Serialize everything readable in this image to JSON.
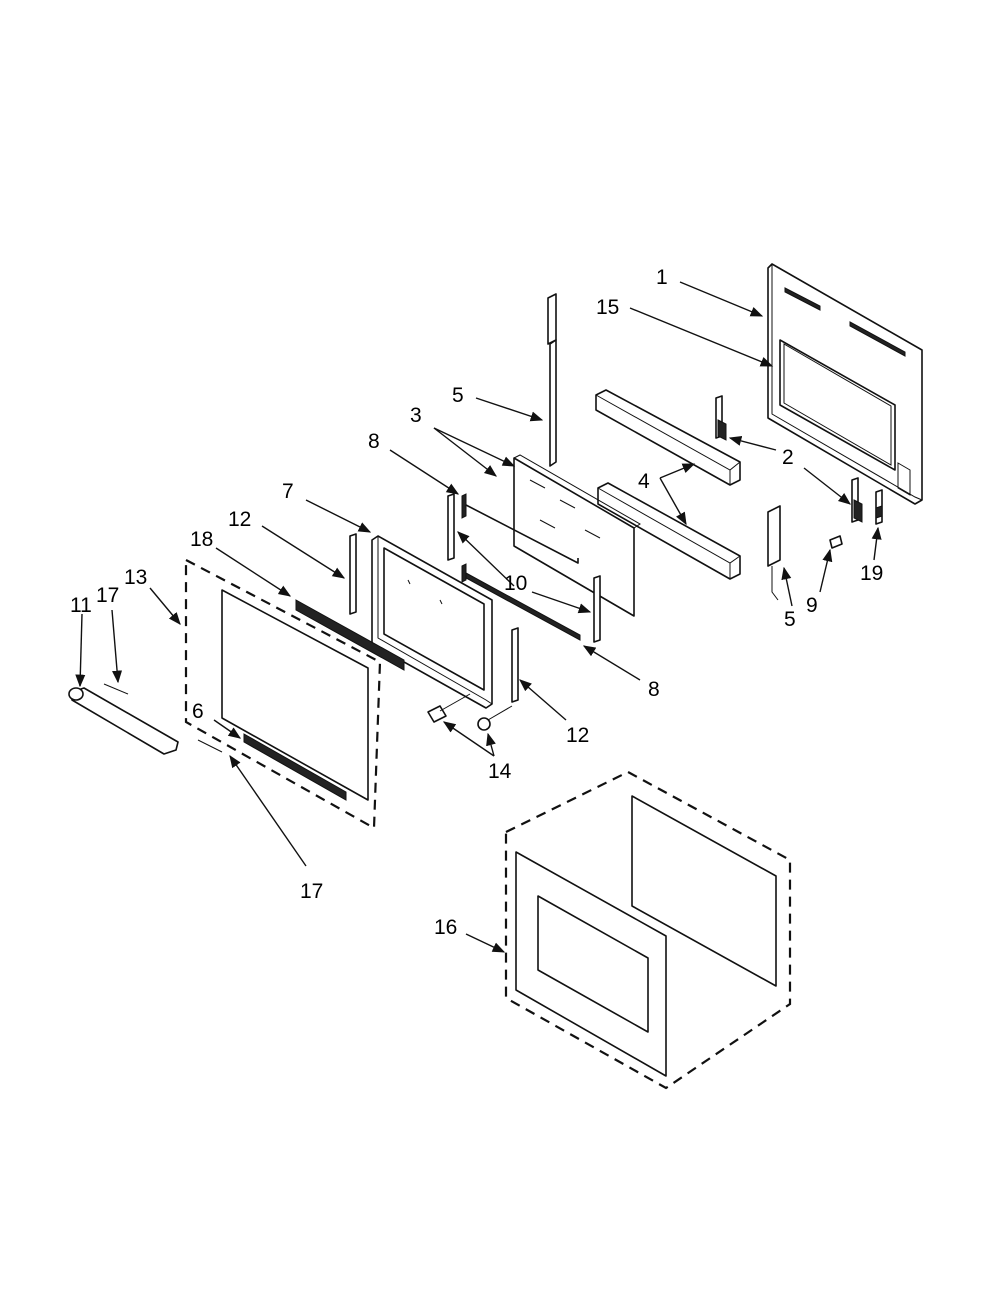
{
  "callouts": {
    "c1": "1",
    "c15": "15",
    "c5a": "5",
    "c3": "3",
    "c4": "4",
    "c2": "2",
    "c8a": "8",
    "c7": "7",
    "c12a": "12",
    "c18": "18",
    "c13": "13",
    "c17a": "17",
    "c11": "11",
    "c10": "10",
    "c5b": "5",
    "c9": "9",
    "c19": "19",
    "c8b": "8",
    "c12b": "12",
    "c14": "14",
    "c6": "6",
    "c17b": "17",
    "c16": "16"
  }
}
